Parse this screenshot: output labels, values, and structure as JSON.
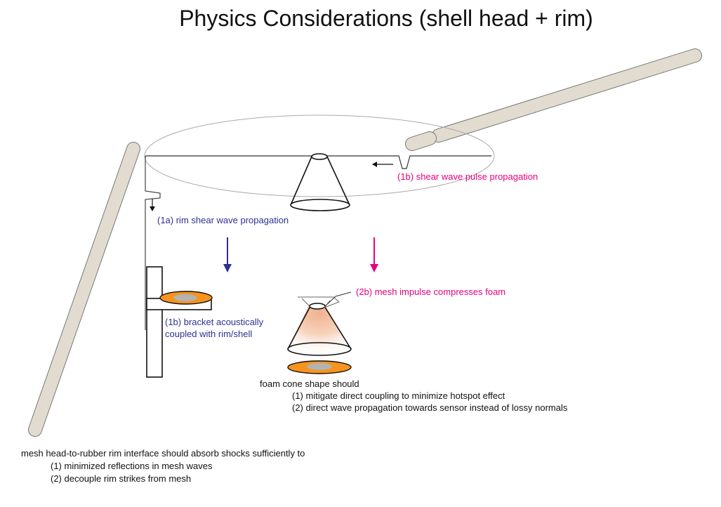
{
  "title": "Physics Considerations (shell head + rim)",
  "labels": {
    "shear_wave_pulse": "(1b) shear wave pulse propagation",
    "rim_shear_wave": "(1a) rim shear wave propagation",
    "mesh_impulse": "(2b) mesh impulse compresses foam",
    "bracket_line1": "(1b) bracket acoustically",
    "bracket_line2": "coupled with rim/shell"
  },
  "foam_note": {
    "heading": "foam cone shape should",
    "items": [
      "(1) mitigate direct coupling to minimize hotspot effect",
      "(2) direct wave propagation towards sensor instead of lossy normals"
    ]
  },
  "mesh_note": {
    "heading": "mesh head-to-rubber rim interface should absorb shocks sufficiently to",
    "items": [
      "(1) minimized reflections in mesh waves",
      "(2) decouple rim strikes from mesh"
    ]
  },
  "colors": {
    "navy": "#2e3192",
    "magenta": "#e6007e",
    "drumstick": "#e2dcd0",
    "sensor_orange": "#f7931e",
    "sensor_gray": "#b3b3b3"
  }
}
